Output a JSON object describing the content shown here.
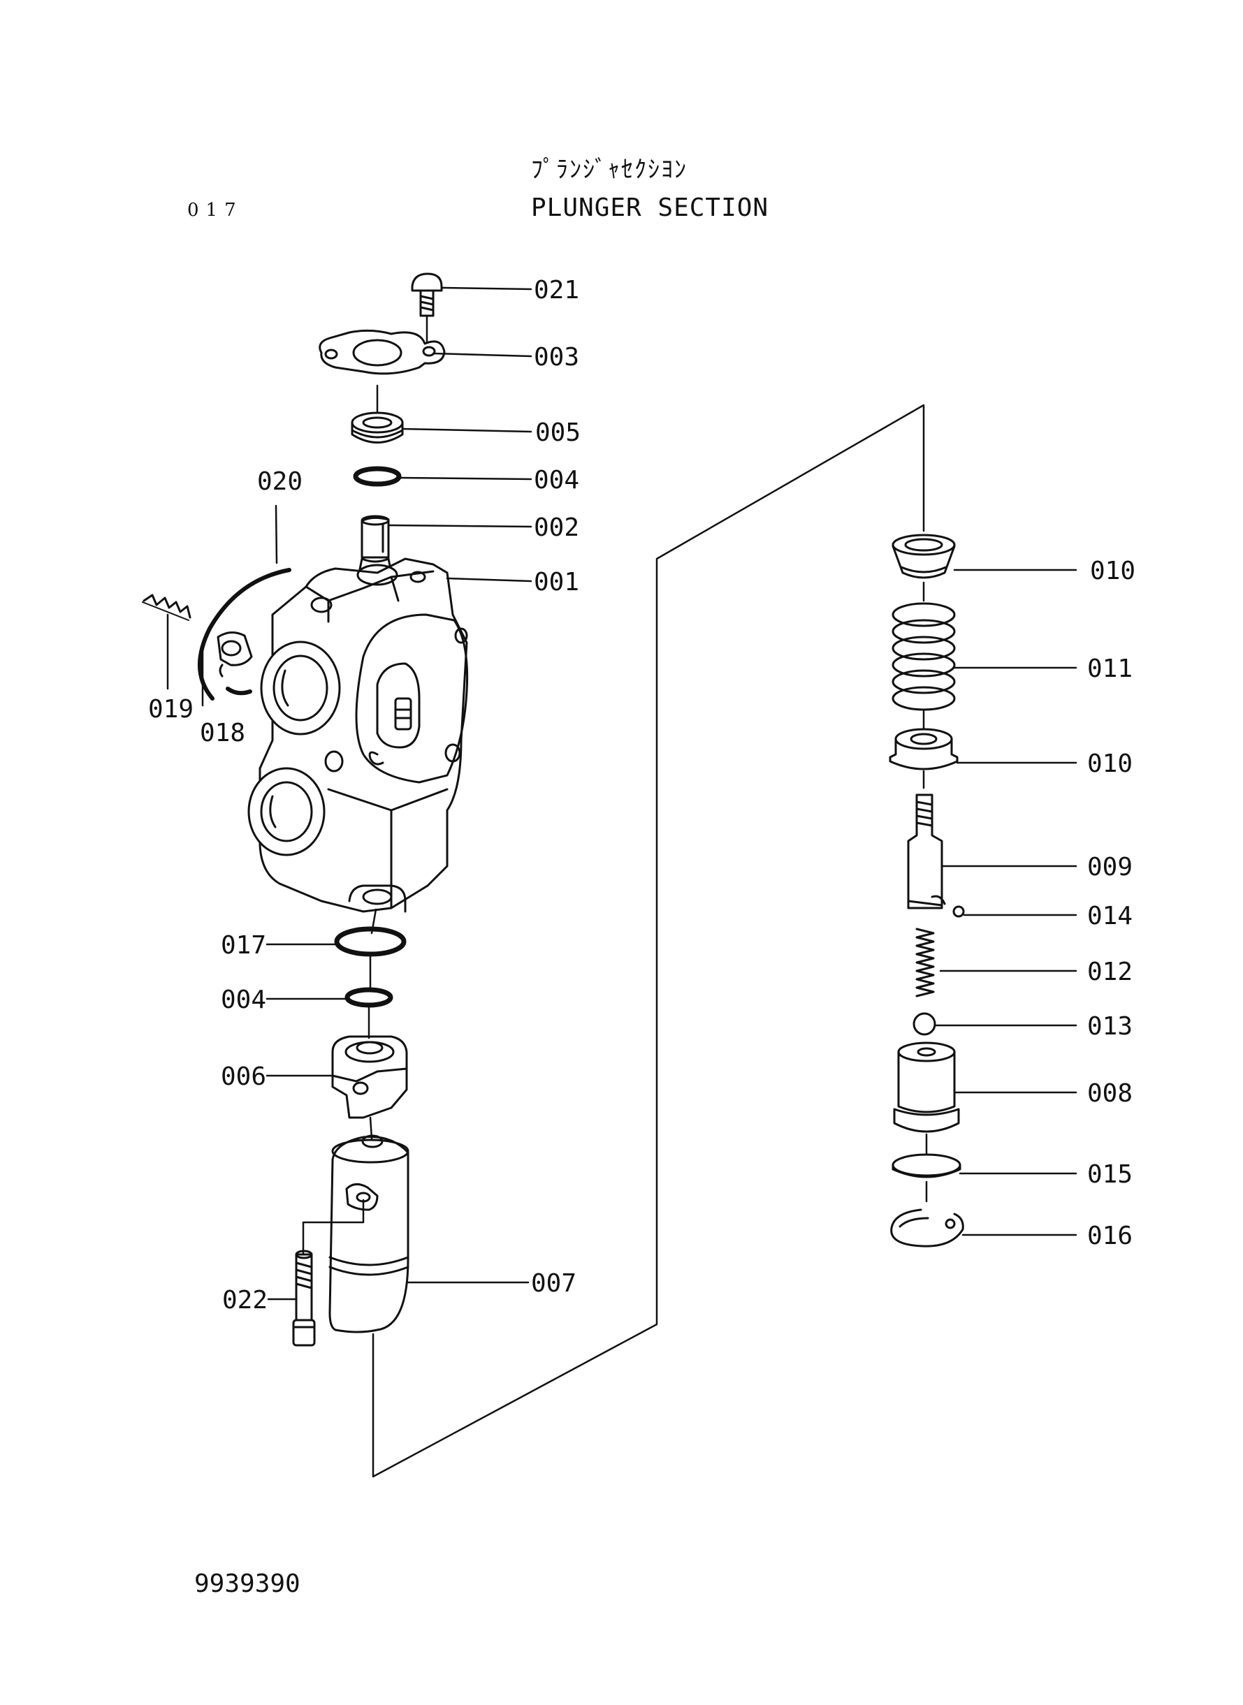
{
  "title_jp": "ﾌﾟﾗﾝｼﾞｬｾｸｼﾖﾝ",
  "title_en": "PLUNGER SECTION",
  "page_number": "017",
  "document_number": "9939390",
  "callouts": {
    "c001": "001",
    "c002": "002",
    "c003": "003",
    "c004a": "004",
    "c004b": "004",
    "c005": "005",
    "c006": "006",
    "c007": "007",
    "c008": "008",
    "c009": "009",
    "c010a": "010",
    "c010b": "010",
    "c011": "011",
    "c012": "012",
    "c013": "013",
    "c014": "014",
    "c015": "015",
    "c016": "016",
    "c017": "017",
    "c018": "018",
    "c019": "019",
    "c020": "020",
    "c021": "021",
    "c022": "022"
  }
}
